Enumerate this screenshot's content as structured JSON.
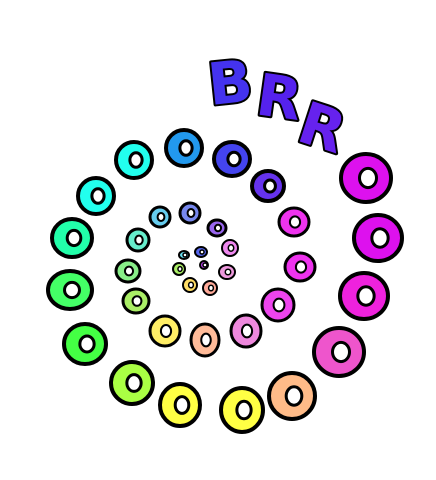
{
  "title_letters": [
    {
      "char": "B",
      "color": "#4433ee"
    },
    {
      "char": "R",
      "color": "#5522ee"
    },
    {
      "char": "R",
      "color": "#6622ee"
    },
    {
      "char": "O",
      "color": "#cc11dd"
    }
  ],
  "rings": {
    "outer": [
      {
        "color": "#dd11ee"
      },
      {
        "color": "#dd11ee"
      },
      {
        "color": "#ee22dd"
      },
      {
        "color": "#ee55cc"
      },
      {
        "color": "#ffbb88"
      },
      {
        "color": "#ffff44"
      },
      {
        "color": "#ffff44"
      },
      {
        "color": "#aaff44"
      },
      {
        "color": "#44ff44"
      },
      {
        "color": "#44ff66"
      },
      {
        "color": "#22ffaa"
      },
      {
        "color": "#22ffee"
      },
      {
        "color": "#22ffee"
      },
      {
        "color": "#2299ee"
      },
      {
        "color": "#4444ee"
      },
      {
        "color": "#6633ee"
      }
    ],
    "middle": [
      {
        "color": "#ee33ee"
      },
      {
        "color": "#ee33ee"
      },
      {
        "color": "#ee44ee"
      },
      {
        "color": "#ee88dd"
      },
      {
        "color": "#ffbb99"
      },
      {
        "color": "#ffee66"
      },
      {
        "color": "#aaee66"
      },
      {
        "color": "#88ee88"
      },
      {
        "color": "#66eecc"
      },
      {
        "color": "#66ccee"
      },
      {
        "color": "#7788ee"
      },
      {
        "color": "#9966ee"
      }
    ],
    "inner": [
      {
        "color": "#ee88ee"
      },
      {
        "color": "#ee99dd"
      },
      {
        "color": "#ffaa99"
      },
      {
        "color": "#ffdd66"
      },
      {
        "color": "#aaee66"
      },
      {
        "color": "#66ddee"
      },
      {
        "color": "#5566ee"
      },
      {
        "color": "#bb44ee"
      }
    ]
  }
}
